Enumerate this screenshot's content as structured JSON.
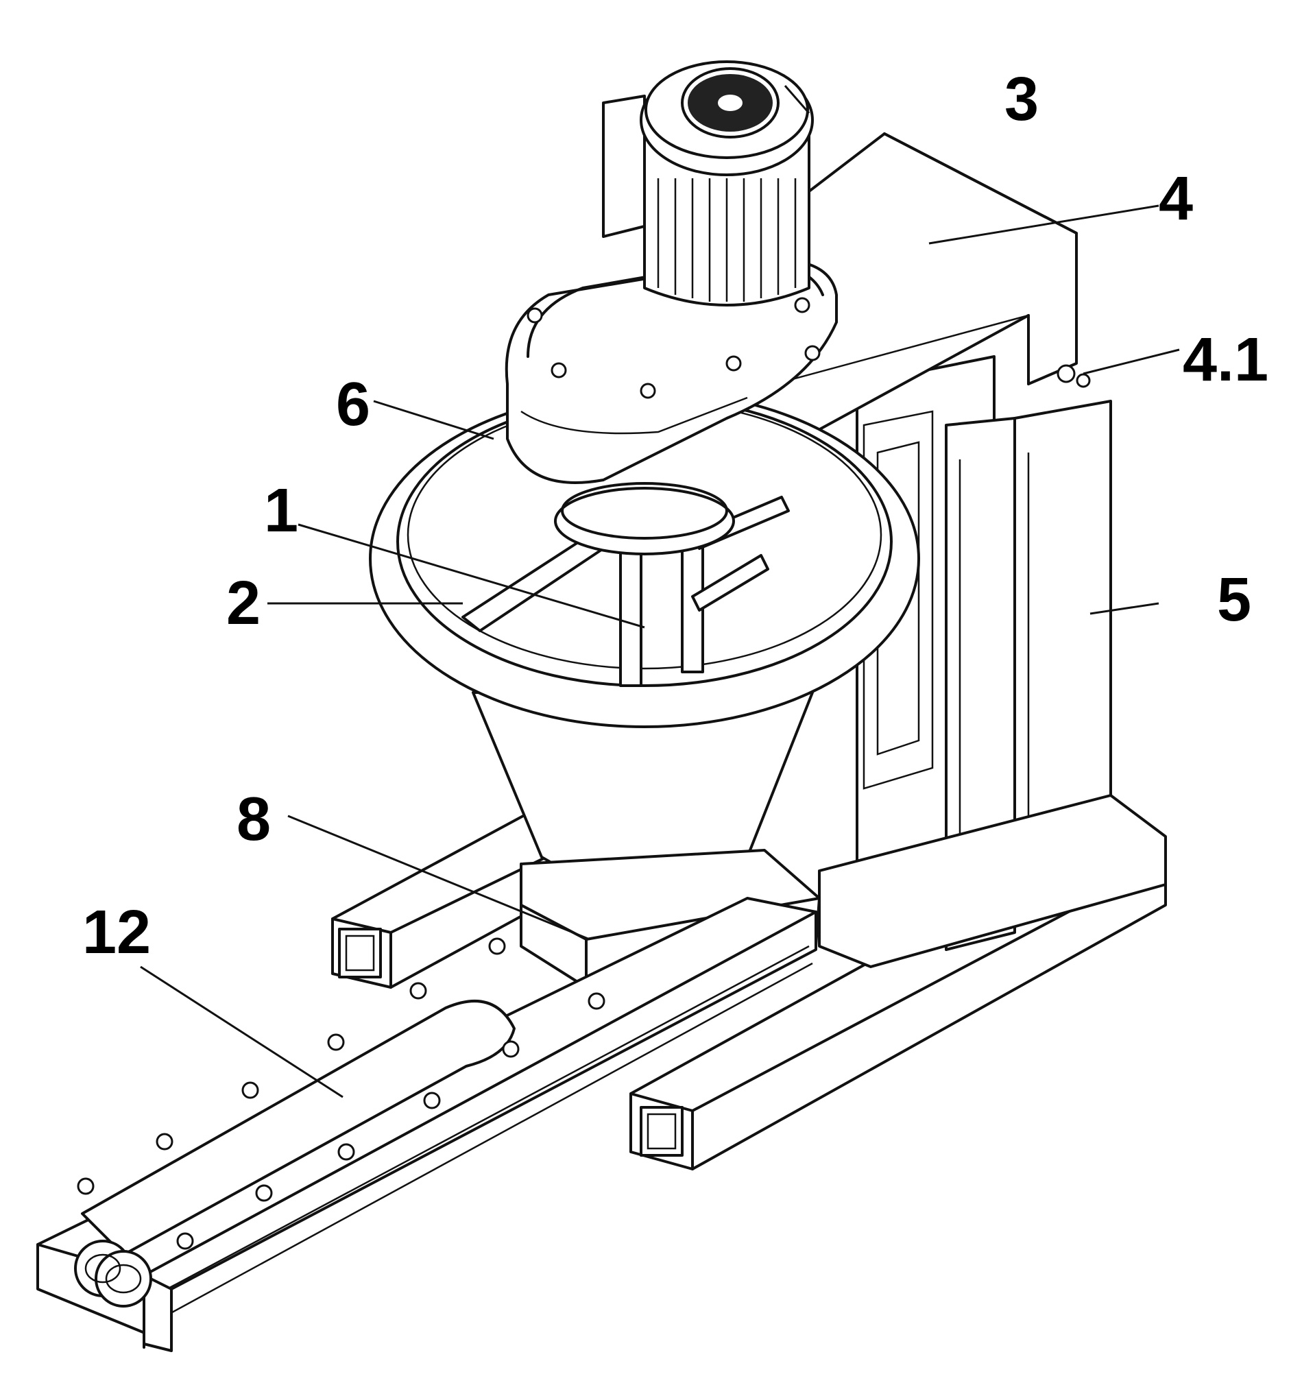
{
  "labels": {
    "l1": "1",
    "l2": "2",
    "l3": "3",
    "l4": "4",
    "l4_1": "4.1",
    "l5": "5",
    "l6": "6",
    "l8": "8",
    "l12": "12"
  }
}
